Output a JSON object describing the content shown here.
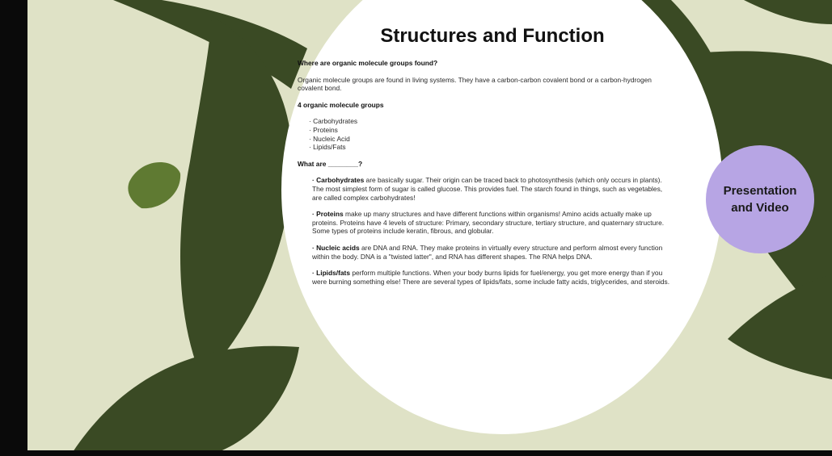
{
  "slide": {
    "title": "Structures and Function",
    "section1": {
      "question": "Where are organic molecule groups found?",
      "answer": "Organic molecule groups are found in living systems. They have a carbon-carbon covalent bond or a carbon-hydrogen covalent bond."
    },
    "section2": {
      "heading": "4 organic molecule groups",
      "items": [
        "Carbohydrates",
        "Proteins",
        "Nucleic Acid",
        "Lipids/Fats"
      ]
    },
    "section3": {
      "heading": "What are ________?",
      "definitions": [
        {
          "term": "Carbohydrates",
          "text": " are basically sugar. Their origin can be traced back to photosynthesis (which only occurs in plants). The most simplest form of sugar is called glucose. This provides fuel. The starch found in things, such as vegetables, are called complex carbohydrates!"
        },
        {
          "term": "Proteins",
          "text": " make up many structures and have different functions within organisms! Amino acids actually make up proteins. Proteins have 4 levels of structure: Primary, secondary structure, tertiary structure, and quaternary structure. Some types of proteins include keratin, fibrous, and globular."
        },
        {
          "term": "Nucleic acids",
          "text": " are DNA and RNA. They make proteins in virtually every structure and perform almost every function within the body. DNA is a \"twisted latter\", and RNA has different shapes. The RNA helps DNA."
        },
        {
          "term": "Lipids/fats",
          "text": " perform multiple functions. When your body burns lipids for fuel/energy, you get more energy than if you were burning something else! There are several types of lipids/fats, some include fatty acids, triglycerides, and steroids."
        }
      ]
    },
    "button": {
      "label": "Presentation and Video"
    }
  },
  "colors": {
    "background": "#dfe2c6",
    "leaf_dark": "#3a4a24",
    "leaf_light": "#5f7a32",
    "circle": "#ffffff",
    "bubble": "#b7a5e4"
  }
}
